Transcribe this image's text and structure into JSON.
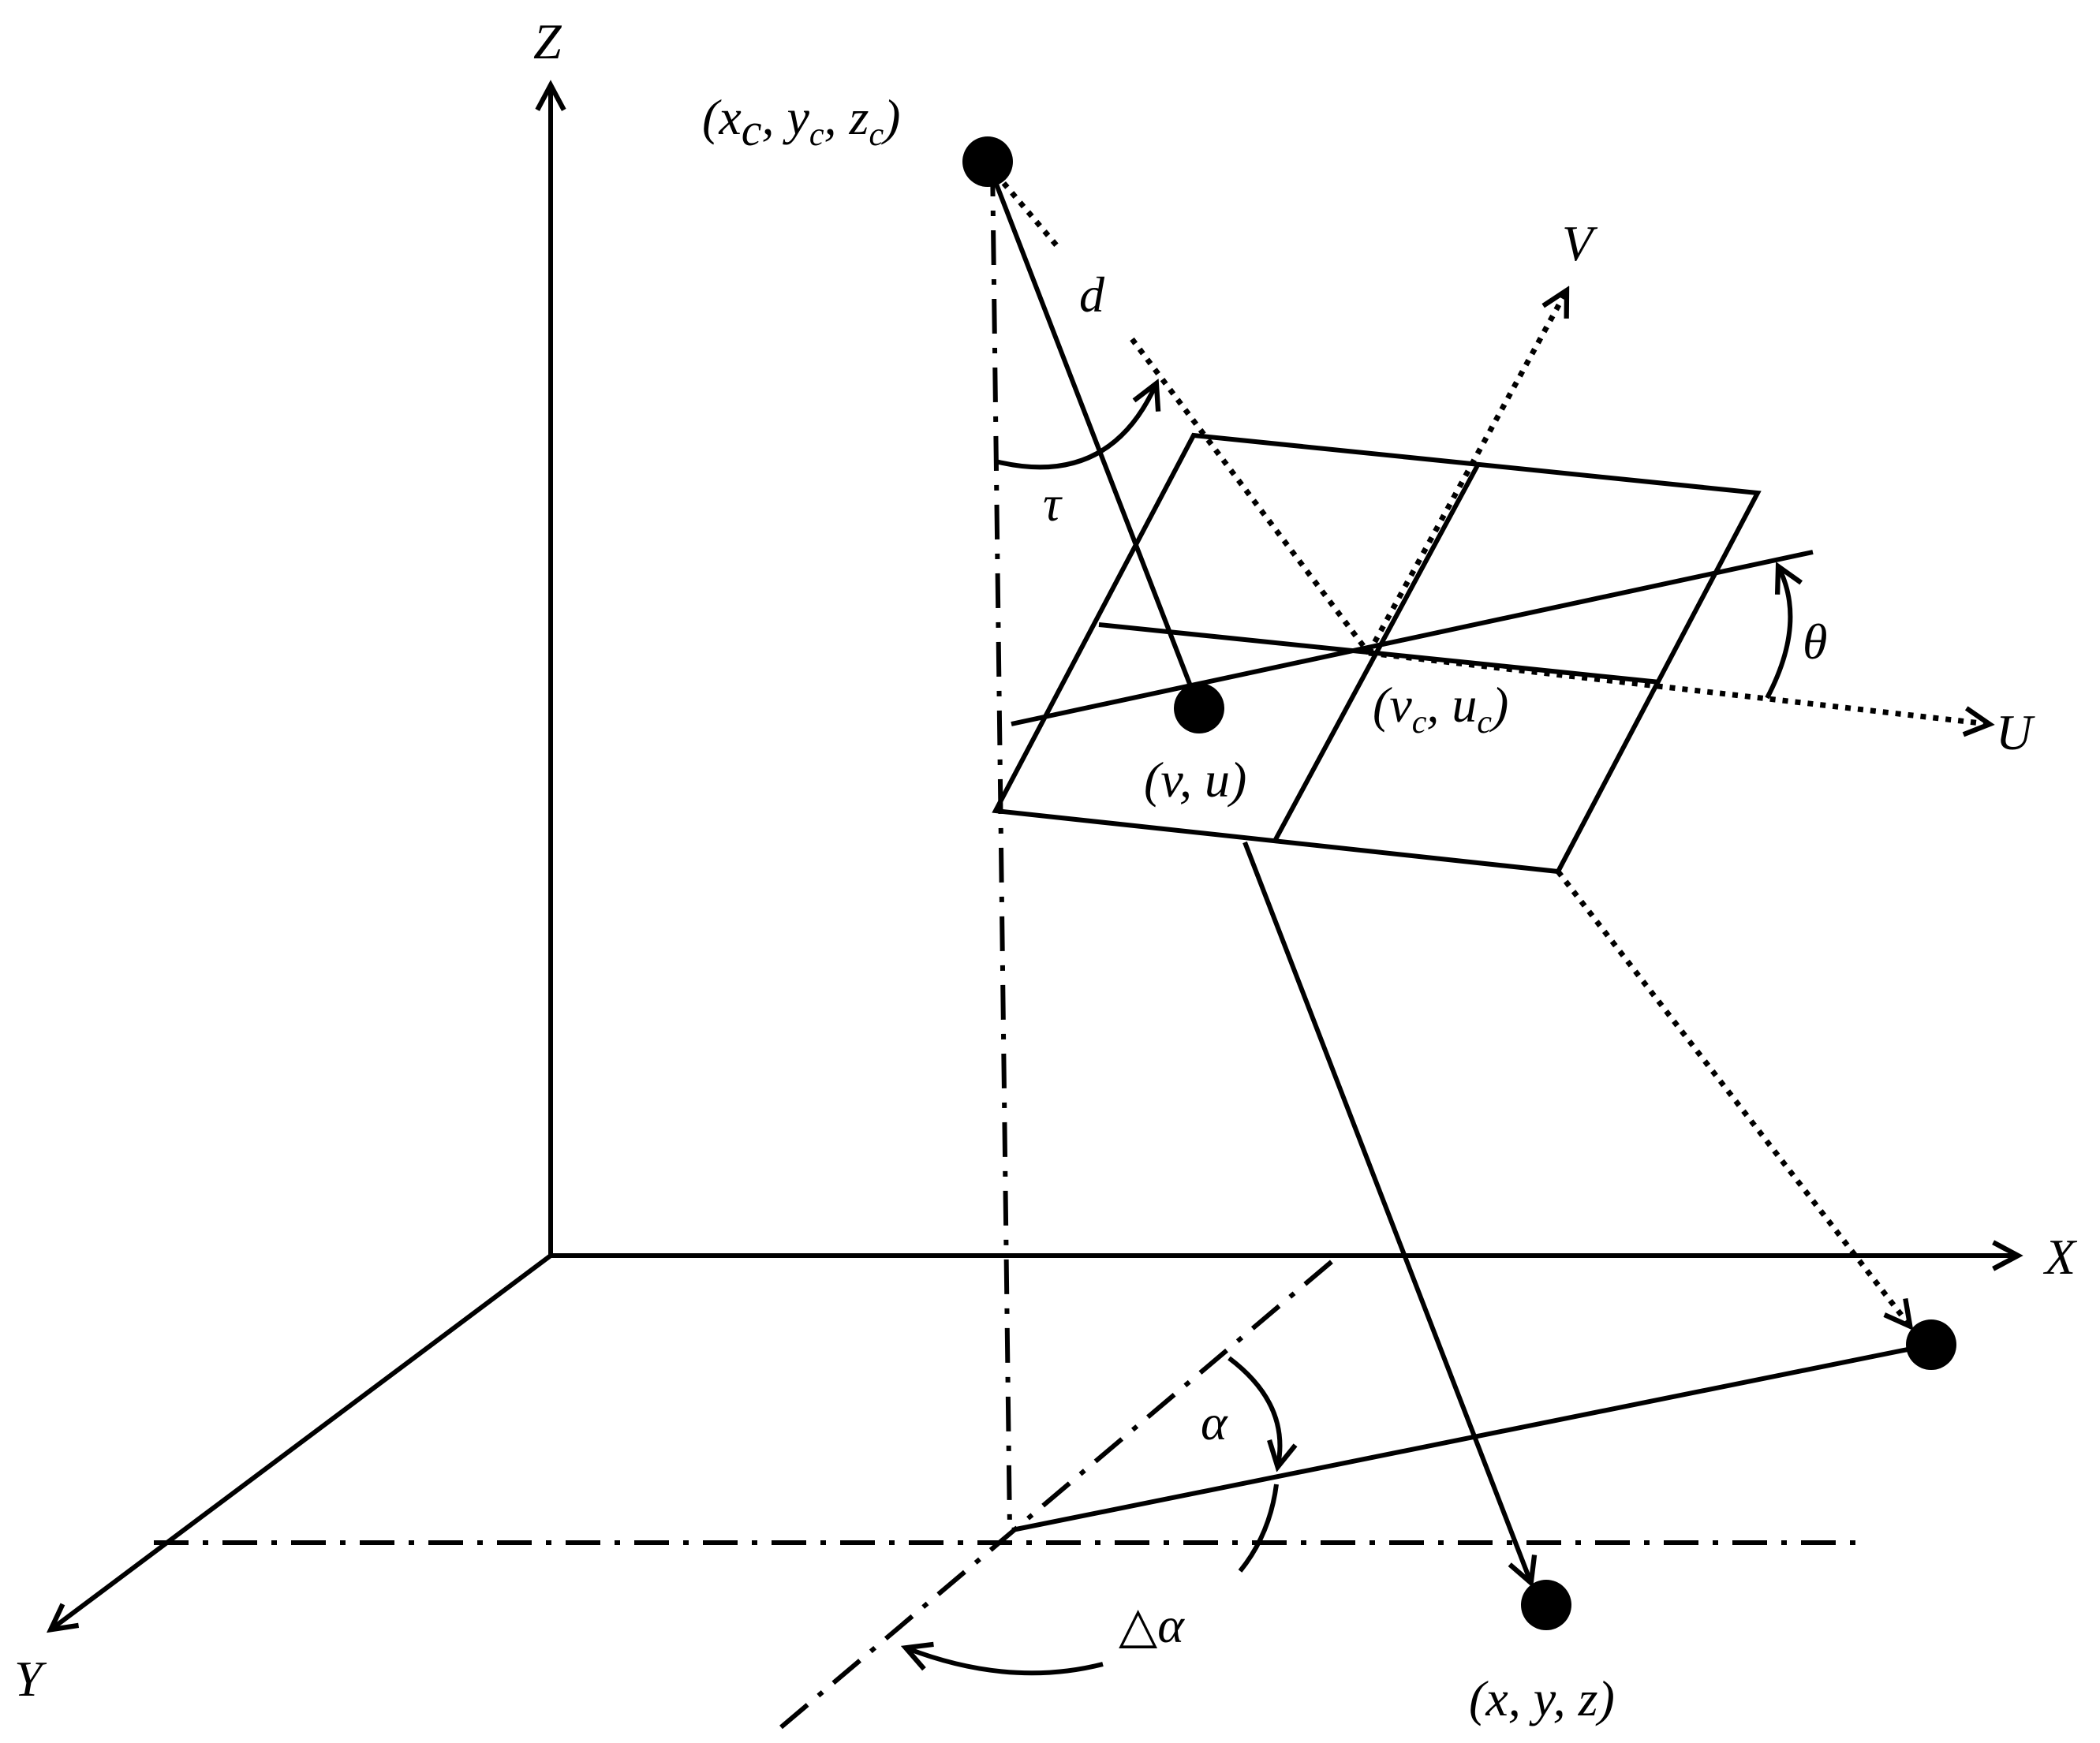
{
  "labels": {
    "z_axis": "Z",
    "x_axis": "X",
    "y_axis": "Y",
    "u_axis": "U",
    "v_axis": "V",
    "camera": "(x_c, y_c, z_c)",
    "camera_main_x": "(x",
    "camera_sub_c1": "c",
    "camera_main_y": ", y",
    "camera_sub_c2": "c",
    "camera_main_z": ", z",
    "camera_sub_c3": "c",
    "camera_close": ")",
    "distance": "d",
    "tilt": "τ",
    "rotation": "θ",
    "pixel": "(v, u)",
    "center_open": "(v",
    "center_sub_c1": "c",
    "center_mid": ", u",
    "center_sub_c2": "c",
    "center_close": ")",
    "azimuth": "α",
    "delta_azimuth": "△α",
    "ground_point": "(x, y, z)"
  }
}
